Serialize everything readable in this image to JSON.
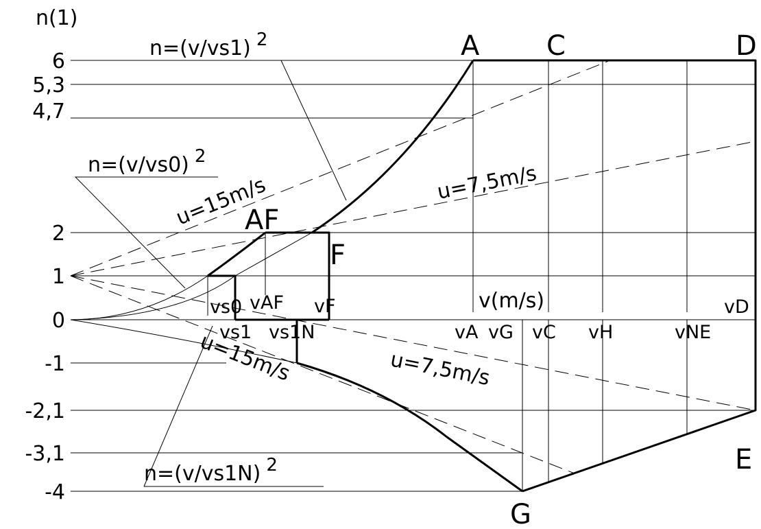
{
  "diagram": {
    "y_axis_label": "n(1)",
    "x_axis_label": "v(m/s)",
    "y_ticks": [
      "6",
      "5,3",
      "4,7",
      "2",
      "1",
      "0",
      "-1",
      "-2,1",
      "-3,1",
      "-4"
    ],
    "speed_labels": {
      "vs0": "vs0",
      "vAF": "vAF",
      "vF": "vF",
      "vs1": "vs1",
      "vs1N": "vs1N",
      "vA": "vA",
      "vG": "vG",
      "vC": "vC",
      "vH": "vH",
      "vNE": "vNE",
      "vD": "vD"
    },
    "points": {
      "A": "A",
      "C": "C",
      "D": "D",
      "E": "E",
      "G": "G",
      "F": "F",
      "AF": "AF"
    },
    "formulas": {
      "vs1": "n=(v/vs1)",
      "vs0": "n=(v/vs0)",
      "vs1N": "n=(v/vs1N)",
      "exponent": "2"
    },
    "gust_labels": {
      "pos15": "u=15m/s",
      "pos75": "u=7,5m/s",
      "neg15": "u=15m/s",
      "neg75": "u=7,5m/s"
    }
  }
}
